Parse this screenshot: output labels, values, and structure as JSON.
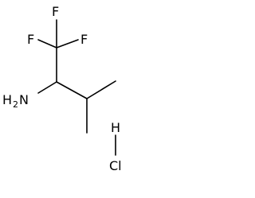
{
  "molecule": {
    "atoms": {
      "f_top": "F",
      "f_left": "F",
      "f_right": "F",
      "amine_n": "N",
      "amine_h": "H",
      "amine_h_count": "2",
      "hcl_h": "H",
      "hcl_cl": "Cl"
    }
  }
}
